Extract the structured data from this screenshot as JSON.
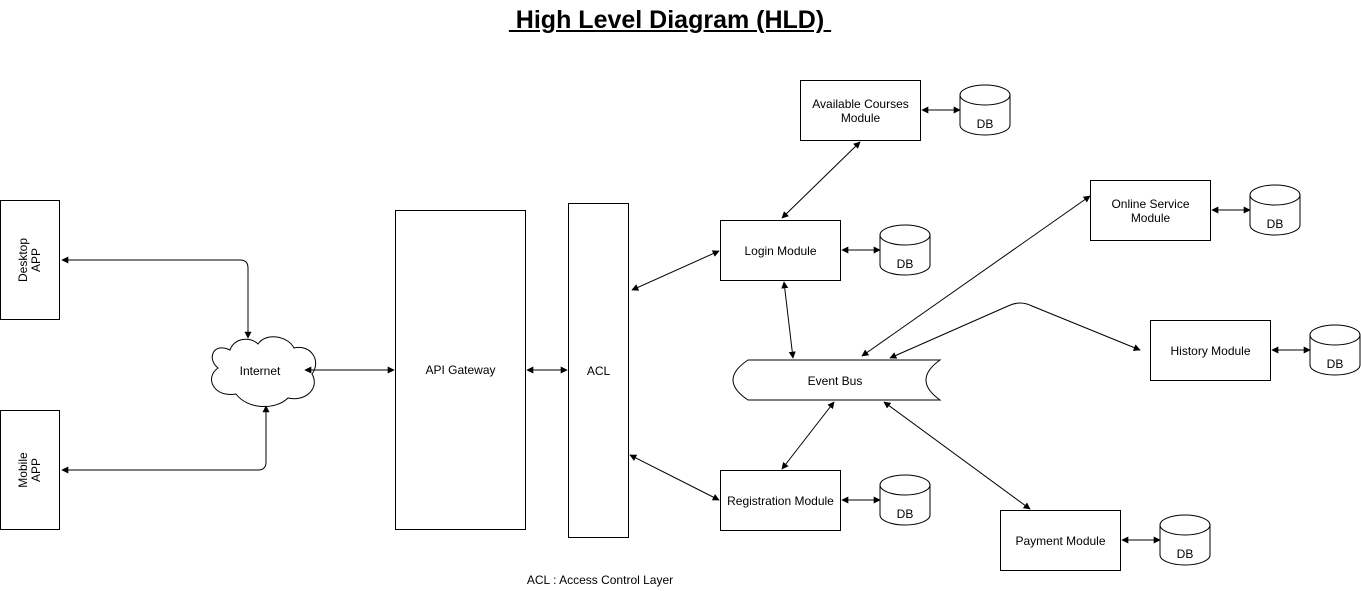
{
  "title": " High Level Diagram (HLD) ",
  "clients": {
    "desktop": "Desktop\nAPP",
    "mobile": "Mobile\nAPP"
  },
  "internet": "Internet",
  "api_gateway": "API Gateway",
  "acl": "ACL",
  "modules": {
    "available_courses": "Available Courses\nModule",
    "login": "Login Module",
    "online_service": "Online Service\nModule",
    "history": "History Module",
    "registration": "Registration Module",
    "payment": "Payment Module"
  },
  "event_bus": "Event Bus",
  "db_label": "DB",
  "footnote": "ACL : Access Control Layer"
}
